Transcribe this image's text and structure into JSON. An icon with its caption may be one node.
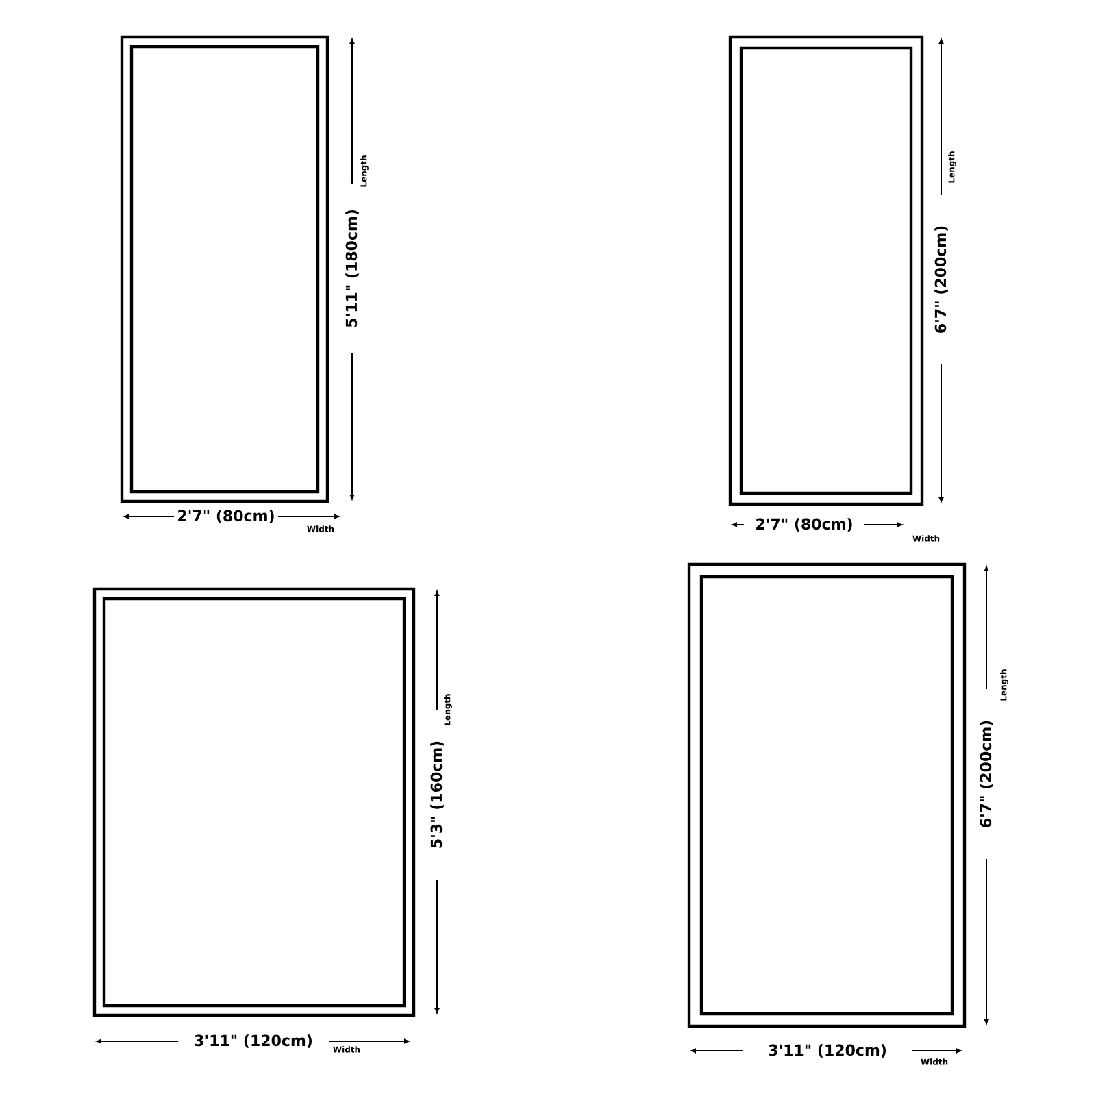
{
  "diagram": {
    "nodes": [
      {
        "text": [],
        "shape": "box",
        "beside": [
          "Length",
          "5'11\" (180cm)",
          "2'7\" (80cm)",
          "Width"
        ]
      },
      {
        "text": [],
        "shape": "box",
        "beside": [
          "Length",
          "6'7\" (200cm)",
          "2'7\" (80cm)",
          "Width"
        ]
      },
      {
        "text": [],
        "shape": "box",
        "beside": [
          "Length",
          "5'3\" (160cm)",
          "3'11\" (120cm)",
          "Width"
        ]
      },
      {
        "text": [],
        "shape": "box",
        "beside": [
          "Length",
          "6'7\" (200cm)",
          "3'11\" (120cm)",
          "Width"
        ]
      }
    ]
  }
}
